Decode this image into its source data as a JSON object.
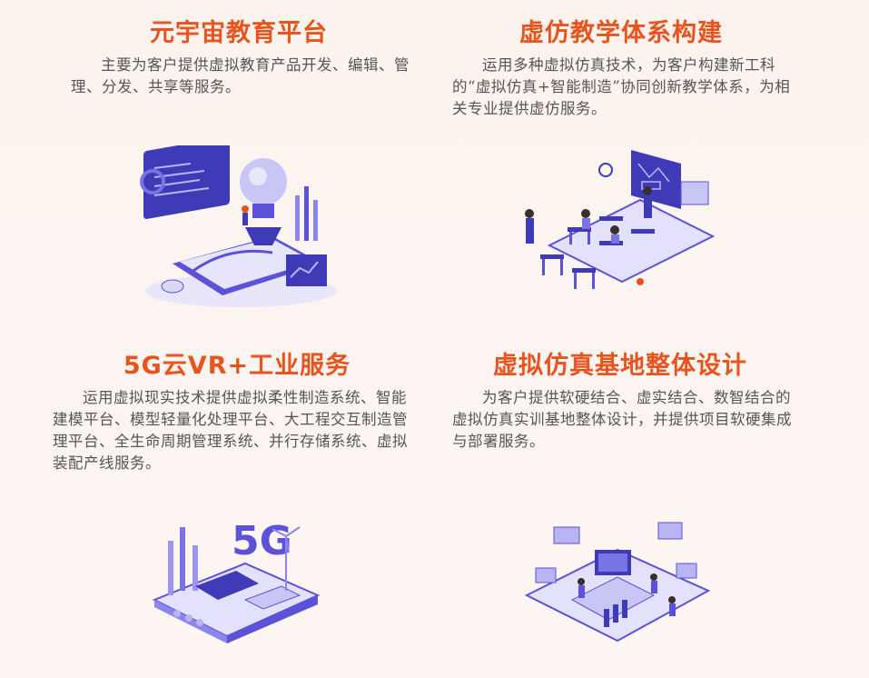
{
  "colors": {
    "title": "#e8541e",
    "text": "#555555",
    "accent": "#5b52d9",
    "accent_light": "#b9b4f3"
  },
  "sections": [
    {
      "title": "元宇宙教育平台",
      "desc": "主要为客户提供虚拟教育产品开发、编辑、管理、分发、共享等服务。",
      "illustration": "tablet-lightbulb-icon"
    },
    {
      "title": "虚仿教学体系构建",
      "desc": "运用多种虚拟仿真技术，为客户构建新工科的“虚拟仿真+智能制造”协同创新教学体系，为相关专业提供虚仿服务。",
      "illustration": "classroom-icon"
    },
    {
      "title": "5G云VR+工业服务",
      "desc": "运用虚拟现实技术提供虚拟柔性制造系统、智能建模平台、模型轻量化处理平台、大工程交互制造管理平台、全生命周期管理系统、并行存储系统、虚拟装配产线服务。",
      "illustration": "5g-factory-icon"
    },
    {
      "title": "虚拟仿真基地整体设计",
      "desc": "为客户提供软硬结合、虚实结合、数智结合的虚拟仿真实训基地整体设计，并提供项目软硬集成与部署服务。",
      "illustration": "training-base-icon"
    }
  ],
  "badge_5g": "5G"
}
